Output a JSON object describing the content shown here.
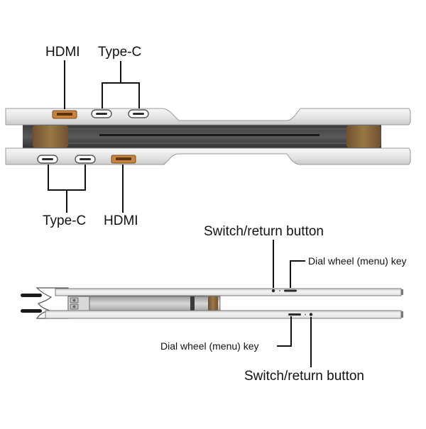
{
  "top_view": {
    "upper_hdmi_label": "HDMI",
    "upper_typec_label": "Type-C",
    "lower_typec_label": "Type-C",
    "lower_hdmi_label": "HDMI"
  },
  "side_view": {
    "upper_switch_label": "Switch/return button",
    "upper_dial_label": "Dial wheel (menu) key",
    "lower_dial_label": "Dial wheel (menu) key",
    "lower_switch_label": "Switch/return button"
  },
  "colors": {
    "hdmi_port": "#c8843f",
    "hinge_bronze": "#8a6a3e",
    "port_dark": "#2a2a2a",
    "shell_silver": "#e6e6e6",
    "leader_line": "#111111"
  }
}
